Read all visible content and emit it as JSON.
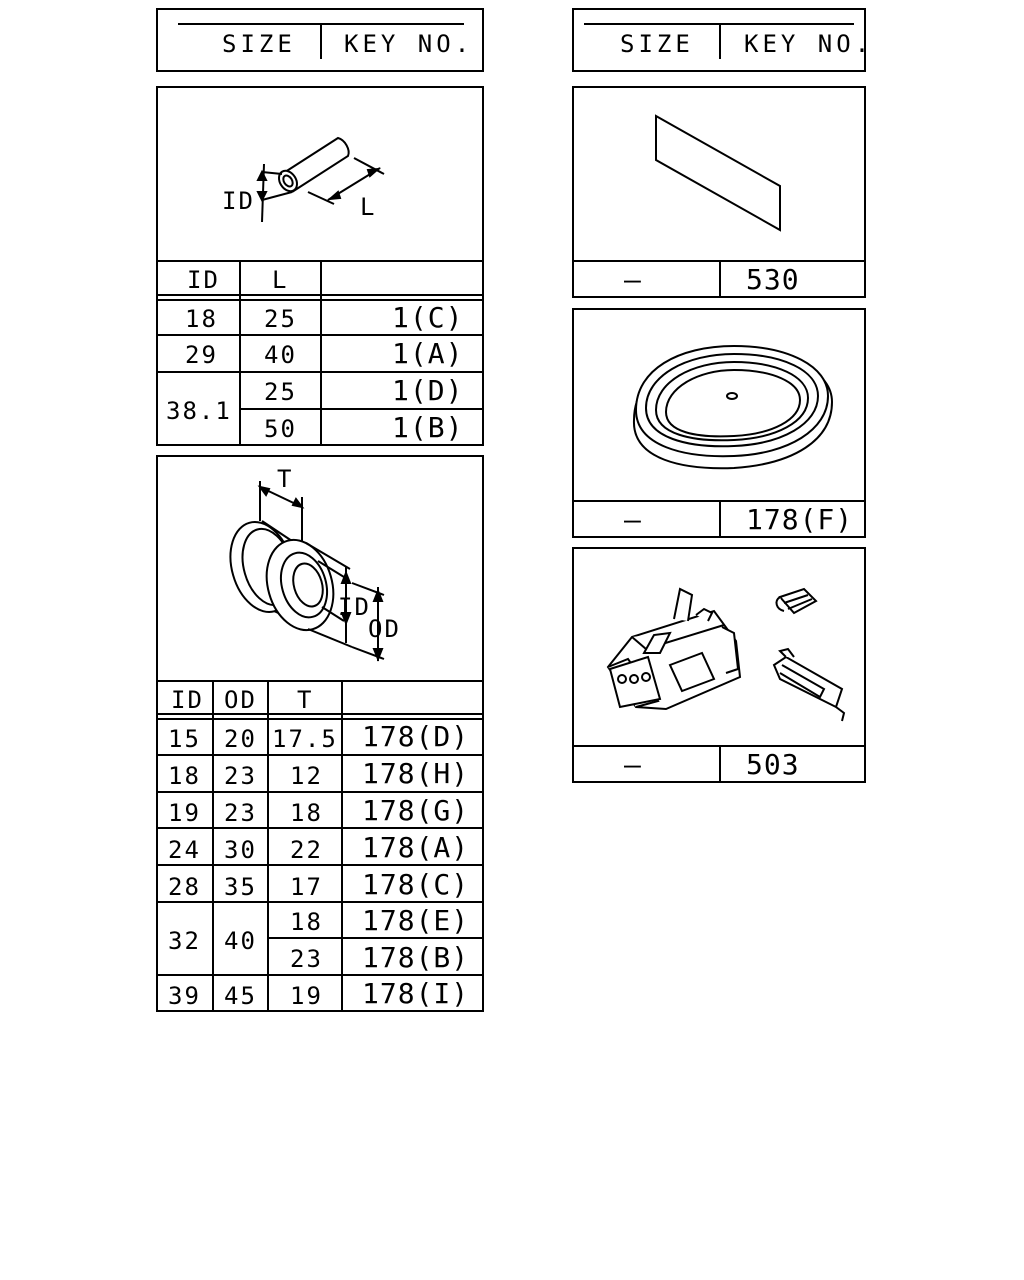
{
  "header_left": {
    "size": "SIZE",
    "key": "KEY NO."
  },
  "header_right": {
    "size": "SIZE",
    "key": "KEY NO."
  },
  "hose": {
    "dim_labels": {
      "id": "ID",
      "l": "L"
    },
    "columns": [
      "ID",
      "L",
      ""
    ],
    "rows": [
      {
        "id": "18",
        "l": "25",
        "key": "1(C)"
      },
      {
        "id": "29",
        "l": "40",
        "key": "1(A)"
      },
      {
        "id": "38.1",
        "l": "25",
        "key": "1(D)"
      },
      {
        "id": "",
        "l": "50",
        "key": "1(B)"
      }
    ]
  },
  "grommet": {
    "dim_labels": {
      "t": "T",
      "id": "ID",
      "od": "OD"
    },
    "columns": [
      "ID",
      "OD",
      "T",
      ""
    ],
    "rows": [
      {
        "id": "15",
        "od": "20",
        "t": "17.5",
        "key": "178(D)"
      },
      {
        "id": "18",
        "od": "23",
        "t": "12",
        "key": "178(H)"
      },
      {
        "id": "19",
        "od": "23",
        "t": "18",
        "key": "178(G)"
      },
      {
        "id": "24",
        "od": "30",
        "t": "22",
        "key": "178(A)"
      },
      {
        "id": "28",
        "od": "35",
        "t": "17",
        "key": "178(C)"
      },
      {
        "id": "32",
        "od": "40",
        "t": "18",
        "key": "178(E)"
      },
      {
        "id": "",
        "od": "",
        "t": "23",
        "key": "178(B)"
      },
      {
        "id": "39",
        "od": "45",
        "t": "19",
        "key": "178(I)"
      }
    ]
  },
  "tape": {
    "size": "—",
    "key": "530"
  },
  "oval_grommet": {
    "size": "—",
    "key": "178(F)"
  },
  "connector": {
    "size": "—",
    "key": "503"
  }
}
